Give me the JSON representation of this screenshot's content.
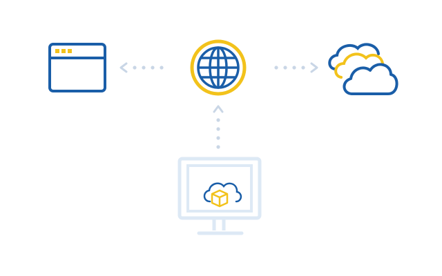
{
  "diagram": {
    "nodes": [
      {
        "id": "browser-window",
        "icon": "browser-window-icon"
      },
      {
        "id": "globe",
        "icon": "globe-icon"
      },
      {
        "id": "cloud-cluster",
        "icon": "cloud-cluster-icon"
      },
      {
        "id": "monitor",
        "icon": "monitor-icon",
        "inner_icon": "cloud-box-icon"
      }
    ],
    "connections": [
      {
        "from": "globe",
        "to": "browser-window",
        "style": "dotted-arrow"
      },
      {
        "from": "globe",
        "to": "cloud-cluster",
        "style": "dotted-arrow"
      },
      {
        "from": "monitor",
        "to": "globe",
        "style": "dotted-arrow"
      }
    ]
  },
  "colors": {
    "primary_blue": "#1a5ea8",
    "accent_yellow": "#f2c21b",
    "connector_gray": "#c9d6e6",
    "faded_blue": "#dde9f5",
    "white": "#ffffff"
  }
}
